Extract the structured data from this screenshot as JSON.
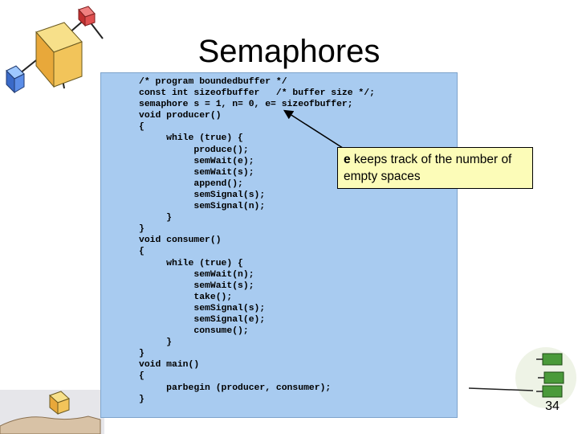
{
  "slide": {
    "title": "Semaphores",
    "number": "34"
  },
  "code": {
    "lines": [
      "/* program boundedbuffer */",
      "const int sizeofbuffer   /* buffer size */;",
      "semaphore s = 1, n= 0, e= sizeofbuffer;",
      "void producer()",
      "{",
      "     while (true) {",
      "          produce();",
      "          semWait(e);",
      "          semWait(s);",
      "          append();",
      "          semSignal(s);",
      "          semSignal(n);",
      "     }",
      "}",
      "void consumer()",
      "{",
      "     while (true) {",
      "          semWait(n);",
      "          semWait(s);",
      "          take();",
      "          semSignal(s);",
      "          semSignal(e);",
      "          consume();",
      "     }",
      "}",
      "void main()",
      "{",
      "     parbegin (producer, consumer);",
      "}"
    ]
  },
  "callout": {
    "lead": "e",
    "text": " keeps track of the number of empty spaces"
  },
  "colors": {
    "code_background": "#a8cbf0",
    "callout_background": "#fcfcb8"
  },
  "icons": [
    "cube-network-clipart",
    "hand-cube-clipart",
    "stacked-blocks-clipart"
  ]
}
